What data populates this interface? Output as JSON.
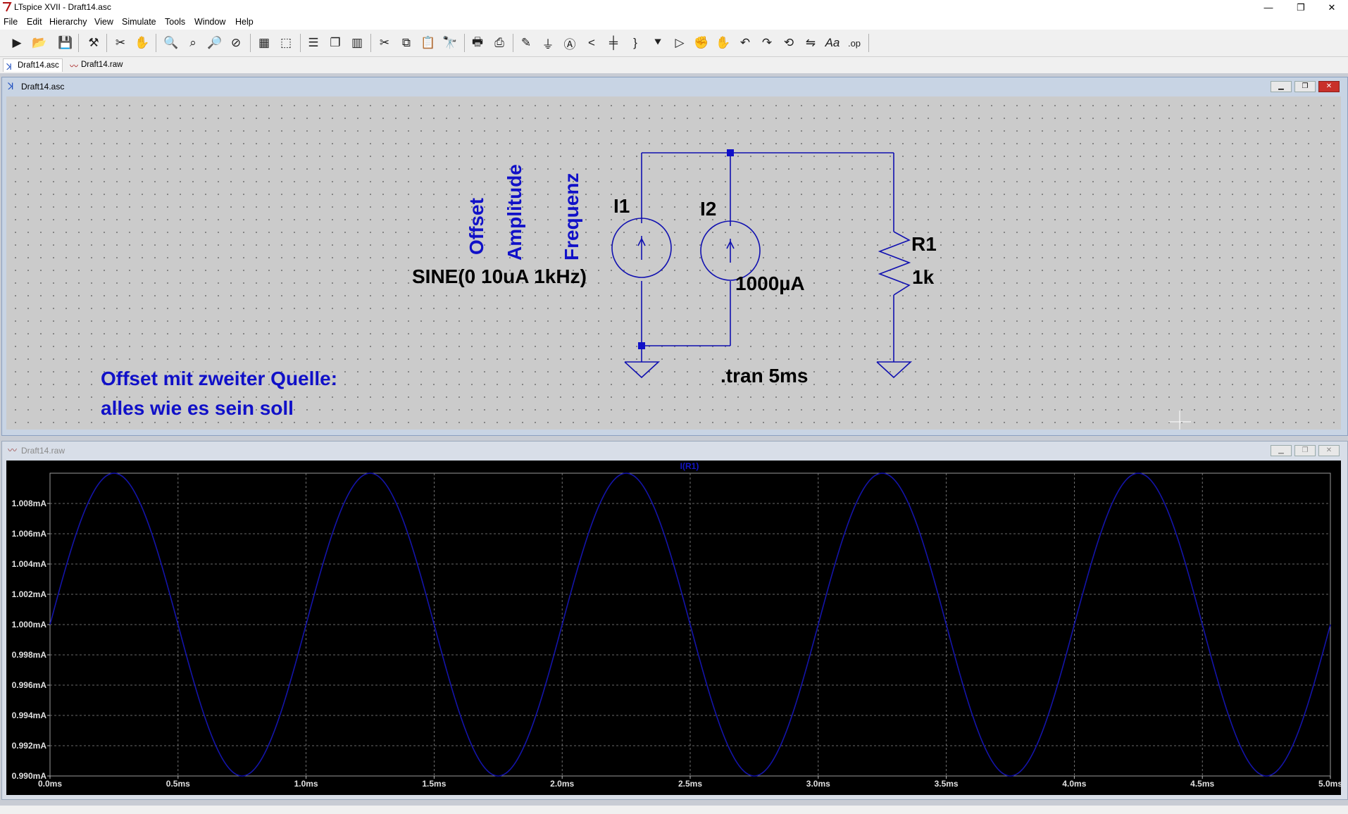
{
  "window": {
    "title": "LTspice XVII - Draft14.asc",
    "min": "—",
    "restore": "❐",
    "close": "✕"
  },
  "menu": [
    "File",
    "Edit",
    "Hierarchy",
    "View",
    "Simulate",
    "Tools",
    "Window",
    "Help"
  ],
  "toolbar_icons": [
    "run-icon",
    "open-icon",
    "save-icon",
    "control-panel-icon",
    "halt-icon",
    "pan-icon",
    "zoom-in-icon",
    "zoom-fit-icon",
    "zoom-out-icon",
    "zoom-cancel-icon",
    "autorange-icon",
    "mark-icon",
    "tile-horizontal-icon",
    "cascade-icon",
    "tile-vertical-icon",
    "cut-icon",
    "copy-icon",
    "paste-icon",
    "find-icon",
    "print-icon",
    "print-setup-icon",
    "draw-wire-icon",
    "ground-icon",
    "label-net-icon",
    "resistor-icon",
    "capacitor-icon",
    "inductor-icon",
    "diode-icon",
    "component-icon",
    "move-icon",
    "drag-icon",
    "undo-icon",
    "redo-icon",
    "rotate-icon",
    "mirror-icon",
    "text-icon",
    "spice-directive-icon"
  ],
  "tabs": [
    {
      "label": "Draft14.asc",
      "icon": "schematic-icon",
      "active": true
    },
    {
      "label": "Draft14.raw",
      "icon": "waveform-icon",
      "active": false
    }
  ],
  "schematic": {
    "title": "Draft14.asc",
    "offset_label": "Offset",
    "amplitude_label": "Amplitude",
    "frequenz_label": "Frequenz",
    "sine_value": "SINE(0 10uA 1kHz)",
    "i1_name": "I1",
    "i2_name": "I2",
    "i2_value": "1000µA",
    "r1_name": "R1",
    "r1_value": "1k",
    "directive": ".tran 5ms",
    "comment_line1": "Offset mit zweiter Quelle:",
    "comment_line2": "alles wie es sein soll"
  },
  "waveform": {
    "title": "Draft14.raw"
  },
  "chart_data": {
    "type": "line",
    "title": "",
    "xlabel": "",
    "ylabel": "",
    "trace_label": "I(R1)",
    "trace_color": "#1414a8",
    "background": "#000000",
    "grid": true,
    "xlim": [
      0,
      5.0
    ],
    "ylim": [
      0.99,
      1.01
    ],
    "x_ticks": [
      "0.0ms",
      "0.5ms",
      "1.0ms",
      "1.5ms",
      "2.0ms",
      "2.5ms",
      "3.0ms",
      "3.5ms",
      "4.0ms",
      "4.5ms",
      "5.0ms"
    ],
    "y_ticks": [
      "0.990mA",
      "0.992mA",
      "0.994mA",
      "0.996mA",
      "0.998mA",
      "1.000mA",
      "1.002mA",
      "1.004mA",
      "1.006mA",
      "1.008mA"
    ],
    "series": [
      {
        "name": "I(R1)",
        "function": "sine",
        "offset_mA": 1.0,
        "amplitude_mA": 0.01,
        "frequency_kHz": 1,
        "x": [
          0,
          0.25,
          0.5,
          0.75,
          1.0,
          1.25,
          1.5,
          1.75,
          2.0,
          2.25,
          2.5,
          2.75,
          3.0,
          3.25,
          3.5,
          3.75,
          4.0,
          4.25,
          4.5,
          4.75,
          5.0
        ],
        "y": [
          1.0,
          1.01,
          1.0,
          0.99,
          1.0,
          1.01,
          1.0,
          0.99,
          1.0,
          1.01,
          1.0,
          0.99,
          1.0,
          1.01,
          1.0,
          0.99,
          1.0,
          1.01,
          1.0,
          0.99,
          1.0
        ]
      }
    ]
  }
}
